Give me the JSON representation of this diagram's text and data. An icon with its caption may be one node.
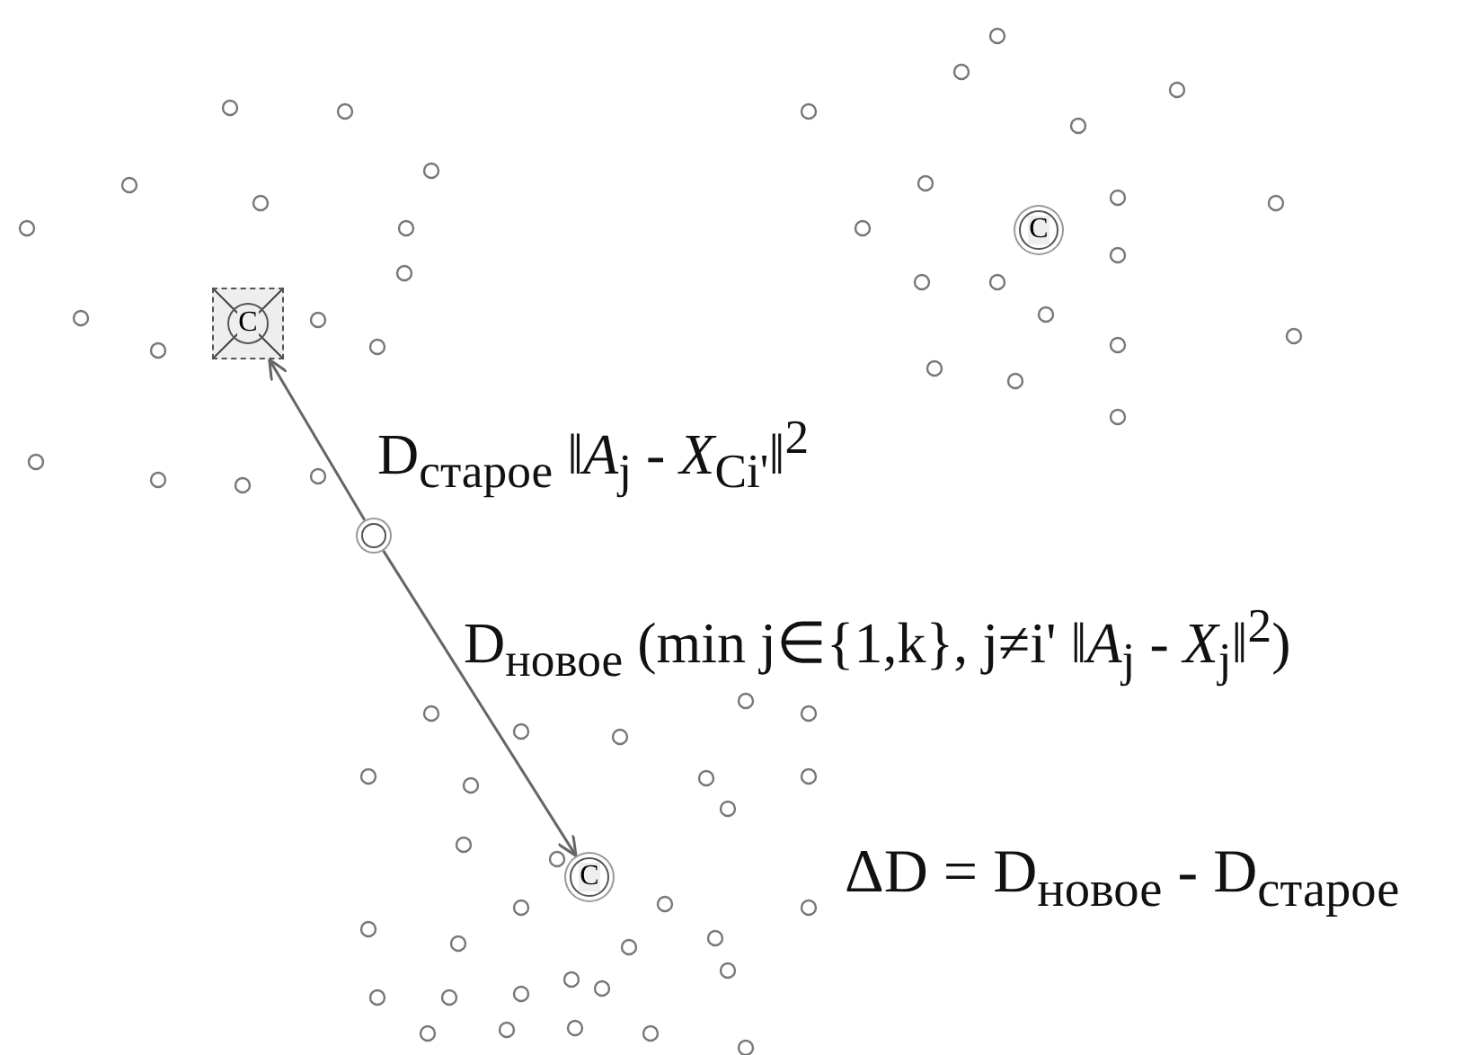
{
  "diagram": {
    "nodes": [
      {
        "text": [
          "C"
        ]
      },
      {
        "text": [
          "C"
        ]
      },
      {
        "text": [],
        "shape": "circle"
      },
      {
        "text": [
          "C"
        ]
      }
    ],
    "edges": [
      {
        "from": 2,
        "to": 0,
        "arrow": "to"
      },
      {
        "from": 2,
        "to": 3,
        "arrow": "to"
      }
    ],
    "labels": [
      "D$_{старое}$ ‖*A*$_{j}$ - *X*$_{Ci'}$‖$^{2}$",
      "D$_{новое}$ (min j∈{1,k}, j≠i' ‖*A*$_{j}$ - *X*$_{j}$‖$^{2}$)",
      "ΔD = D$_{новое}$ - D$_{старое}$"
    ]
  }
}
